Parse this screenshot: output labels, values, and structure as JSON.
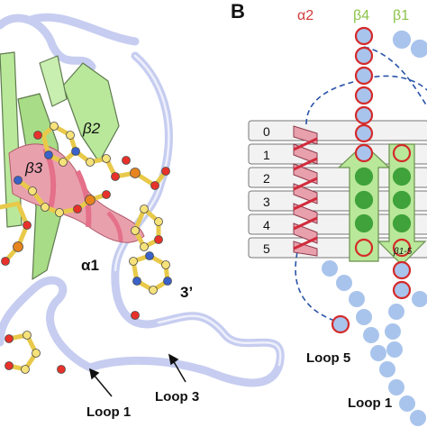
{
  "panel_b_letter": "B",
  "panel_a": {
    "labels": {
      "beta2": "β2",
      "beta3": "β3",
      "alpha1": "α1",
      "three_prime": "3’",
      "loop1": "Loop 1",
      "loop3": "Loop 3"
    }
  },
  "panel_b": {
    "header": {
      "alpha2": "α2",
      "beta4": "β4",
      "beta1": "β1"
    },
    "layers": [
      "0",
      "1",
      "2",
      "3",
      "4",
      "5"
    ],
    "beta_badge": "β1-5",
    "loop5": "Loop 5",
    "loop1": "Loop 1"
  },
  "colors": {
    "alpha_helix": "#e9a0ad",
    "alpha_helix_band": "#e4708a",
    "beta_sheet": "#b9e89a",
    "loop_tube": "#c6cdf0",
    "carbon": "#f6e27a",
    "oxygen": "#e8312a",
    "nitrogen": "#3a62c8",
    "phosphorus": "#e8841e",
    "residue_blue": "#a9c4ec",
    "residue_green": "#3fa23a",
    "residue_ring": "#d42a2a",
    "label_alpha": "#d23a3a",
    "label_beta": "#8bc34a",
    "dashed_line": "#2a54a8"
  }
}
